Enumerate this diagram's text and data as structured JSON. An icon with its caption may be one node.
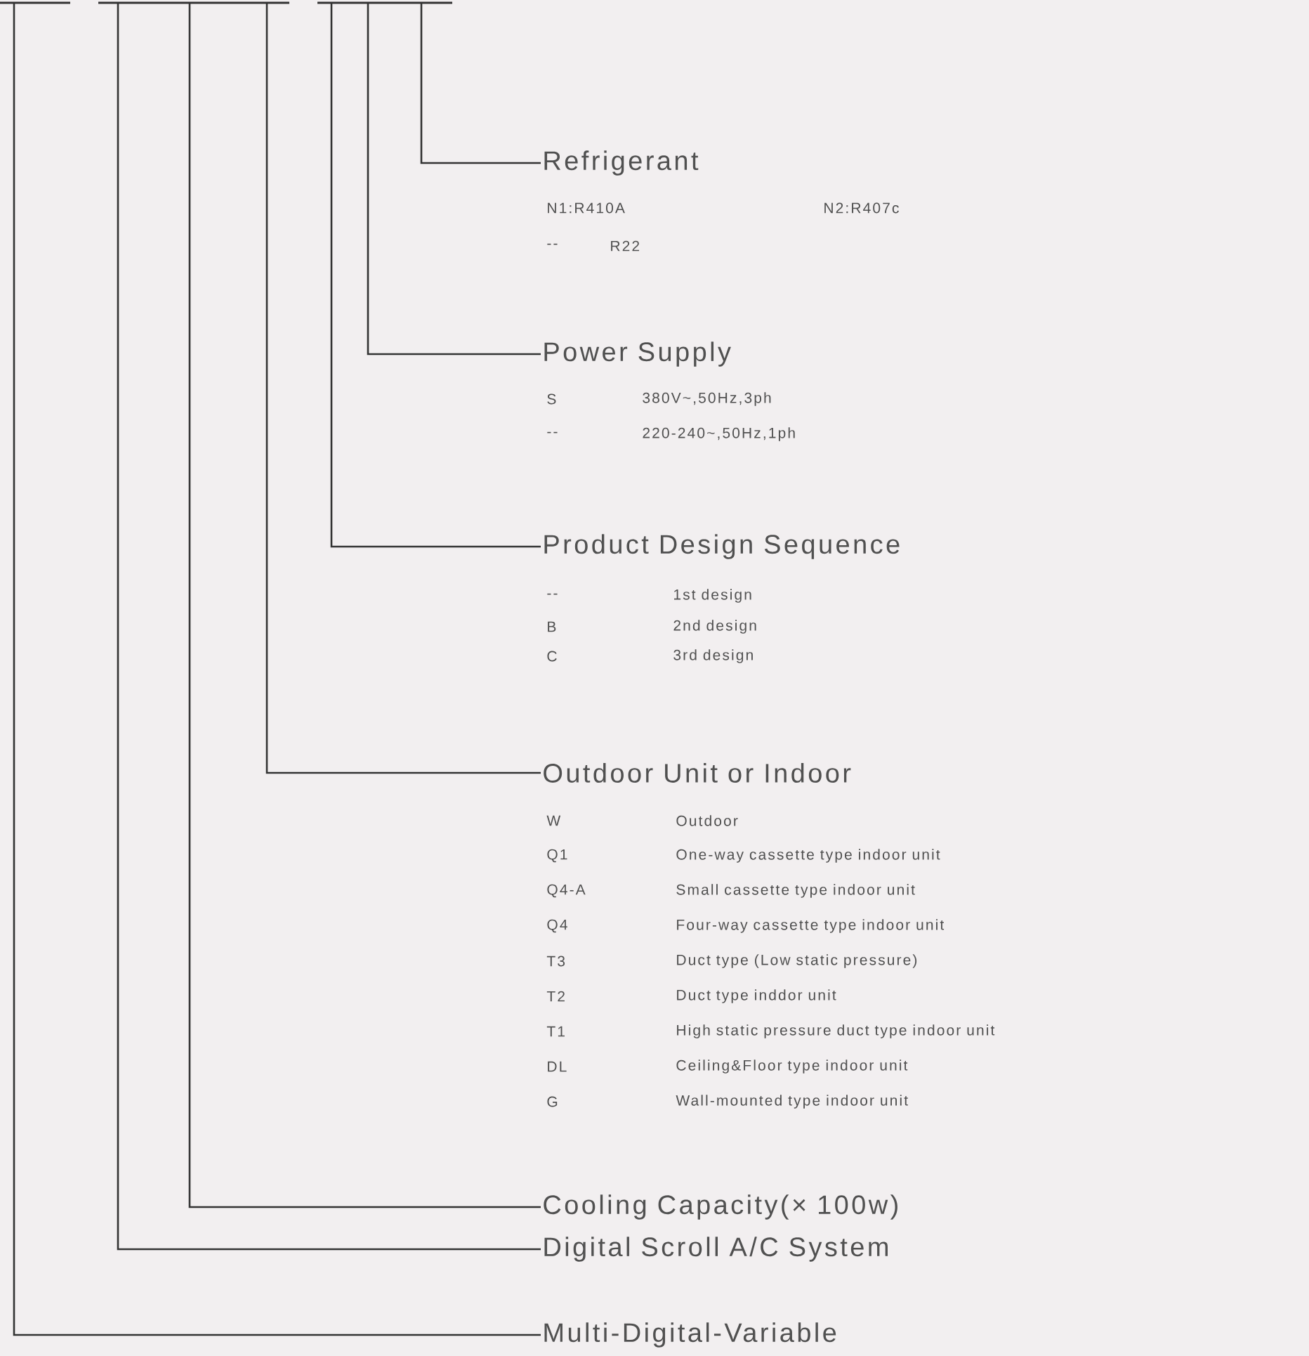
{
  "diagram": {
    "nodes": [
      {
        "text": [
          "Refrigerant",
          "N1:R410A",
          "N2:R407c",
          "--",
          "R22"
        ]
      },
      {
        "text": [
          "Power Supply",
          "S",
          "380V~,50Hz,3ph",
          "--",
          "220-240~,50Hz,1ph"
        ]
      },
      {
        "text": [
          "Product Design Sequence",
          "--",
          "1st design",
          "B",
          "2nd design",
          "C",
          "3rd design"
        ]
      },
      {
        "text": [
          "Outdoor Unit or Indoor",
          "W",
          "Outdoor",
          "Q1",
          "One-way cassette type indoor unit",
          "Q4-A",
          "Small cassette type indoor unit",
          "Q4",
          "Four-way cassette type indoor unit",
          "T3",
          "Duct type (Low static pressure)",
          "T2",
          "Duct type inddor unit",
          "T1",
          "High static pressure duct type indoor unit",
          "DL",
          "Ceiling&Floor type indoor unit",
          "G",
          "Wall-mounted type indoor unit"
        ]
      },
      {
        "text": [
          "Cooling Capacity(× 100w)"
        ]
      },
      {
        "text": [
          "Digital Scroll A/C System"
        ]
      },
      {
        "text": [
          "Multi-Digital-Variable"
        ]
      }
    ],
    "edges": [
      {
        "from": 0,
        "to": null,
        "arrow": "none"
      },
      {
        "from": 1,
        "to": null,
        "arrow": "none"
      },
      {
        "from": 2,
        "to": null,
        "arrow": "none"
      },
      {
        "from": 3,
        "to": null,
        "arrow": "none"
      },
      {
        "from": 4,
        "to": null,
        "arrow": "none"
      },
      {
        "from": 5,
        "to": null,
        "arrow": "none"
      },
      {
        "from": 6,
        "to": null,
        "arrow": "none"
      }
    ]
  }
}
